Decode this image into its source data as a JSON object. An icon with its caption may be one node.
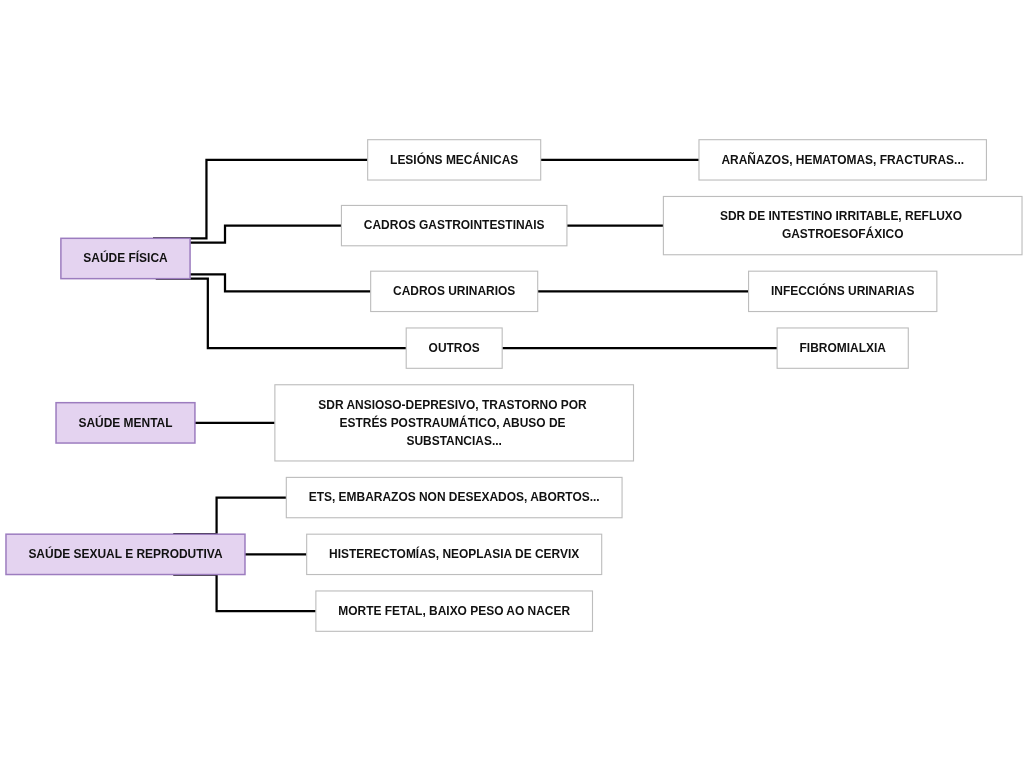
{
  "diagram": {
    "nodes": [
      {
        "text": [
          "SAÚDE FÍSICA"
        ]
      },
      {
        "text": [
          "LESIÓNS MECÁNICAS"
        ]
      },
      {
        "text": [
          "ARAÑAZOS, HEMATOMAS, FRACTURAS..."
        ]
      },
      {
        "text": [
          "CADROS GASTROINTESTINAIS"
        ]
      },
      {
        "text": [
          "SDR DE INTESTINO IRRITABLE, REFLUXO GASTROESOFÁXICO"
        ]
      },
      {
        "text": [
          "CADROS URINARIOS"
        ]
      },
      {
        "text": [
          "INFECCIÓNS URINARIAS"
        ]
      },
      {
        "text": [
          "OUTROS"
        ]
      },
      {
        "text": [
          "FIBROMIALXIA"
        ]
      },
      {
        "text": [
          "SAÚDE MENTAL"
        ]
      },
      {
        "text": [
          "SDR ANSIOSO-DEPRESIVO, TRASTORNO POR ESTRÉS POSTRAUMÁTICO, ABUSO DE SUBSTANCIAS..."
        ]
      },
      {
        "text": [
          "SAÚDE SEXUAL E REPRODUTIVA"
        ]
      },
      {
        "text": [
          "ETS, EMBARAZOS NON DESEXADOS, ABORTOS..."
        ]
      },
      {
        "text": [
          "HISTERECTOMÍAS, NEOPLASIA DE CERVIX"
        ]
      },
      {
        "text": [
          "MORTE FETAL, BAIXO PESO AO NACER"
        ]
      }
    ],
    "edges": [
      {
        "from": 0,
        "to": 1,
        "arrow": "none"
      },
      {
        "from": 0,
        "to": 3,
        "arrow": "none"
      },
      {
        "from": 0,
        "to": 5,
        "arrow": "none"
      },
      {
        "from": 0,
        "to": 7,
        "arrow": "none"
      },
      {
        "from": 1,
        "to": 2,
        "arrow": "none"
      },
      {
        "from": 3,
        "to": 4,
        "arrow": "none"
      },
      {
        "from": 5,
        "to": 6,
        "arrow": "none"
      },
      {
        "from": 7,
        "to": 8,
        "arrow": "none"
      },
      {
        "from": 9,
        "to": 10,
        "arrow": "none"
      },
      {
        "from": 11,
        "to": 12,
        "arrow": "none"
      },
      {
        "from": 11,
        "to": 13,
        "arrow": "none"
      },
      {
        "from": 11,
        "to": 14,
        "arrow": "none"
      }
    ]
  }
}
